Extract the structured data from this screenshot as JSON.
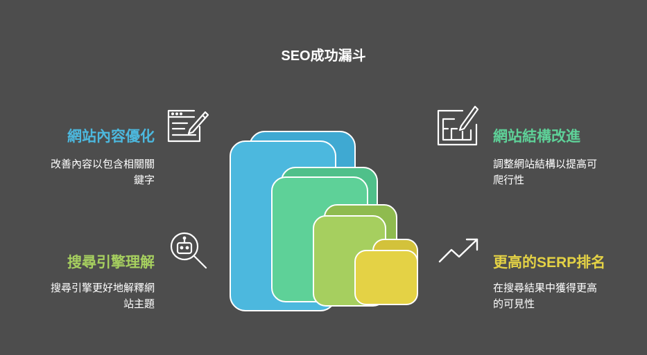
{
  "title": "SEO成功漏斗",
  "colors": {
    "blue": "#4cb8de",
    "green_dark": "#5ed198",
    "green_light": "#9ec75c",
    "yellow": "#e4d245",
    "background": "#4d4d4d"
  },
  "left": [
    {
      "heading": "網站內容優化",
      "desc_lines": [
        "改善內容以包含相關關",
        "鍵字"
      ],
      "color": "#4cb8de",
      "icon": "edit-document-icon"
    },
    {
      "heading": "搜尋引擎理解",
      "desc_lines": [
        "搜尋引擎更好地解釋網",
        "站主題"
      ],
      "color": "#a6cf5f",
      "icon": "robot-search-icon"
    }
  ],
  "right": [
    {
      "heading": "網站結構改進",
      "desc_lines": [
        "調整網站結構以提高可",
        "爬行性"
      ],
      "color": "#5ed198",
      "icon": "blueprint-edit-icon"
    },
    {
      "heading": "更高的SERP排名",
      "desc_lines": [
        "在搜尋結果中獲得更高",
        "的可見性"
      ],
      "color": "#e4d245",
      "icon": "trending-up-icon"
    }
  ]
}
